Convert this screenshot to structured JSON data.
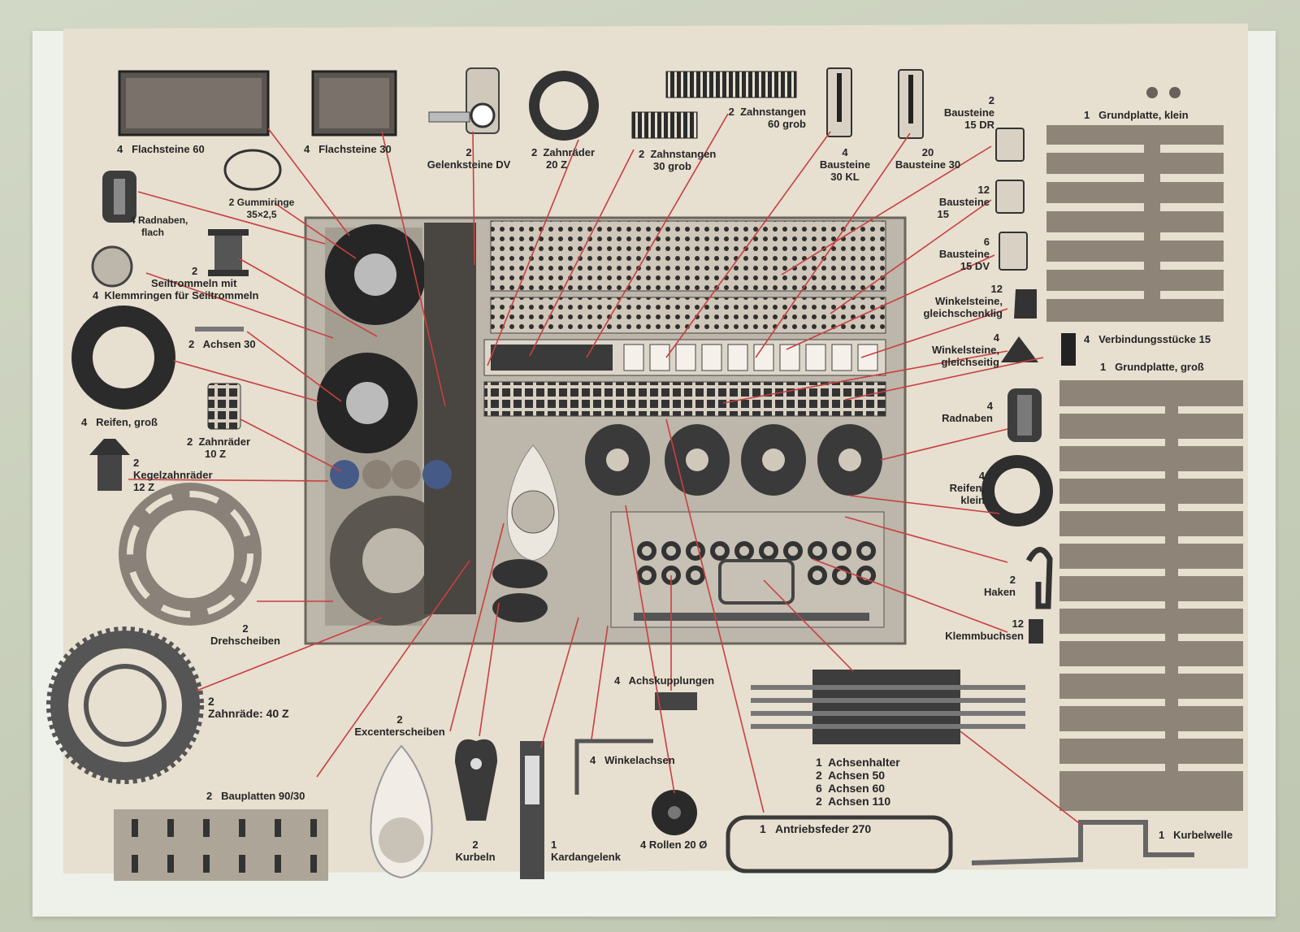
{
  "colors": {
    "line": "#c84040",
    "card": "#e7dfd0",
    "ink": "#262626",
    "metal": "#3a3a3a",
    "tray": "#bdb6aa",
    "plate": "#8f8478"
  },
  "labels": {
    "flachsteine60": {
      "qty": "4",
      "name": "Flachsteine 60"
    },
    "flachsteine30": {
      "qty": "4",
      "name": "Flachsteine 30"
    },
    "gelenksteine": {
      "qty": "2",
      "name": "Gelenksteine DV"
    },
    "zahnraeder20": {
      "qty": "2",
      "name": "Zahnräder",
      "size": "20 Z"
    },
    "zahnstangen30": {
      "qty": "2",
      "name": "Zahnstangen",
      "size": "30 grob"
    },
    "zahnstangen60": {
      "qty": "2",
      "name": "Zahnstangen",
      "size": "60 grob"
    },
    "bausteine30kl": {
      "qty": "4",
      "name": "Bausteine",
      "size": "30 KL"
    },
    "bausteine30": {
      "qty": "20",
      "name": "Bausteine 30"
    },
    "bausteine15dr": {
      "qty": "2",
      "name": "Bausteine",
      "size": "15 DR"
    },
    "bausteine15": {
      "qty": "12",
      "name": "Bausteine",
      "size": "15"
    },
    "bausteine15dv": {
      "qty": "6",
      "name": "Bausteine",
      "size": "15 DV"
    },
    "winkelgleichschenklig": {
      "qty": "12",
      "name": "Winkelsteine,",
      "size": "gleichschenklig"
    },
    "winkelgleichseitig": {
      "qty": "4",
      "name": "Winkelsteine,",
      "size": "gleichseitig"
    },
    "grundplatteklein": {
      "qty": "1",
      "name": "Grundplatte, klein"
    },
    "verbindungsstuecke": {
      "qty": "4",
      "name": "Verbindungsstücke 15"
    },
    "grundplattegross": {
      "qty": "1",
      "name": "Grundplatte, groß"
    },
    "radnaben": {
      "qty": "4",
      "name": "Radnaben"
    },
    "reifenklein": {
      "qty": "4",
      "name": "Reifen,",
      "size": "klein"
    },
    "haken": {
      "qty": "2",
      "name": "Haken"
    },
    "klemmbuchsen": {
      "qty": "12",
      "name": "Klemmbuchsen"
    },
    "gummiringe": {
      "qty": "2",
      "name": "Gummiringe",
      "size": "35×2,5"
    },
    "radnabenflach": {
      "qty": "4",
      "name": "Radnaben,",
      "size": "flach"
    },
    "seiltrommeln": {
      "qty": "2",
      "name": "Seiltrommeln mit",
      "extra": "4",
      "size": "Klemmringen für Seiltrommeln"
    },
    "achsen30": {
      "qty": "2",
      "name": "Achsen 30"
    },
    "reifengross": {
      "qty": "4",
      "name": "Reifen, groß"
    },
    "zahnraeder10": {
      "qty": "2",
      "name": "Zahnräder",
      "size": "10 Z"
    },
    "kegelzahnraeder": {
      "qty": "2",
      "name": "Kegelzahnräder",
      "size": "12 Z"
    },
    "drehscheiben": {
      "qty": "2",
      "name": "Drehscheiben"
    },
    "zahnraeder40": {
      "qty": "2",
      "name": "Zahnräde: 40 Z"
    },
    "excenterscheiben": {
      "qty": "2",
      "name": "Excenterscheiben"
    },
    "bauplatten": {
      "qty": "2",
      "name": "Bauplatten 90/30"
    },
    "kurbeln": {
      "qty": "2",
      "name": "Kurbeln"
    },
    "kardangelenk": {
      "qty": "1",
      "name": "Kardangelenk"
    },
    "winkelachsen": {
      "qty": "4",
      "name": "Winkelachsen"
    },
    "achskupplungen": {
      "qty": "4",
      "name": "Achskupplungen"
    },
    "rollen": {
      "qty": "4",
      "name": "Rollen 20 Ø"
    },
    "antriebsfeder": {
      "qty": "1",
      "name": "Antriebsfeder 270"
    },
    "achsenhalter": {
      "qty": "1",
      "name": "Achsenhalter"
    },
    "achsen50": {
      "qty": "2",
      "name": "Achsen 50"
    },
    "achsen60": {
      "qty": "6",
      "name": "Achsen 60"
    },
    "achsen110": {
      "qty": "2",
      "name": "Achsen 110"
    },
    "kurbelwelle": {
      "qty": "1",
      "name": "Kurbelwelle"
    }
  }
}
